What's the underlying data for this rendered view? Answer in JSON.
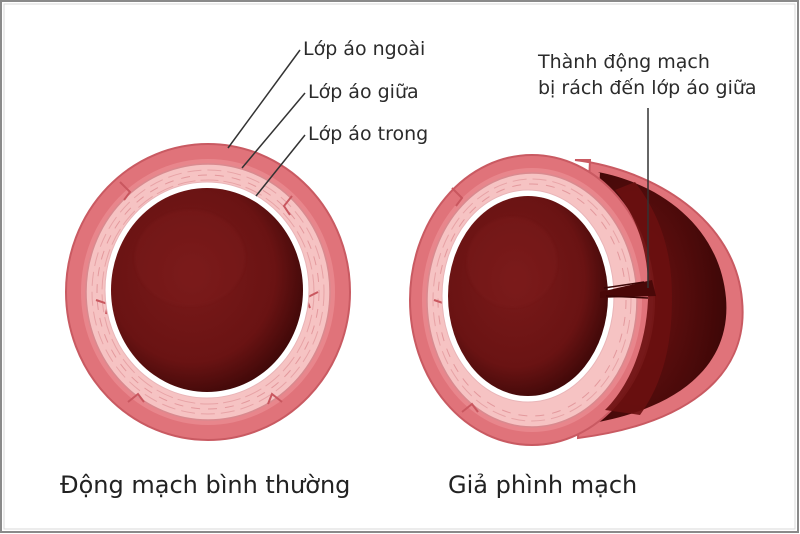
{
  "labels": {
    "outer": "Lớp áo ngoài",
    "middle": "Lớp áo giữa",
    "inner": "Lớp áo trong",
    "tear_line1": "Thành động mạch",
    "tear_line2": "bị rách đến lớp áo giữa"
  },
  "captions": {
    "left": "Động mạch bình thường",
    "right": "Giả phình mạch"
  },
  "colors": {
    "outer_layer": "#e0737a",
    "middle_layer": "#f6c3c3",
    "inner_layer": "#ffffff",
    "lumen": "#6e1414",
    "lumen_dark": "#3e0808",
    "pseudo_sac": "#5a0e0e",
    "leader_line": "#333333",
    "frame": "#7a7a7a"
  }
}
